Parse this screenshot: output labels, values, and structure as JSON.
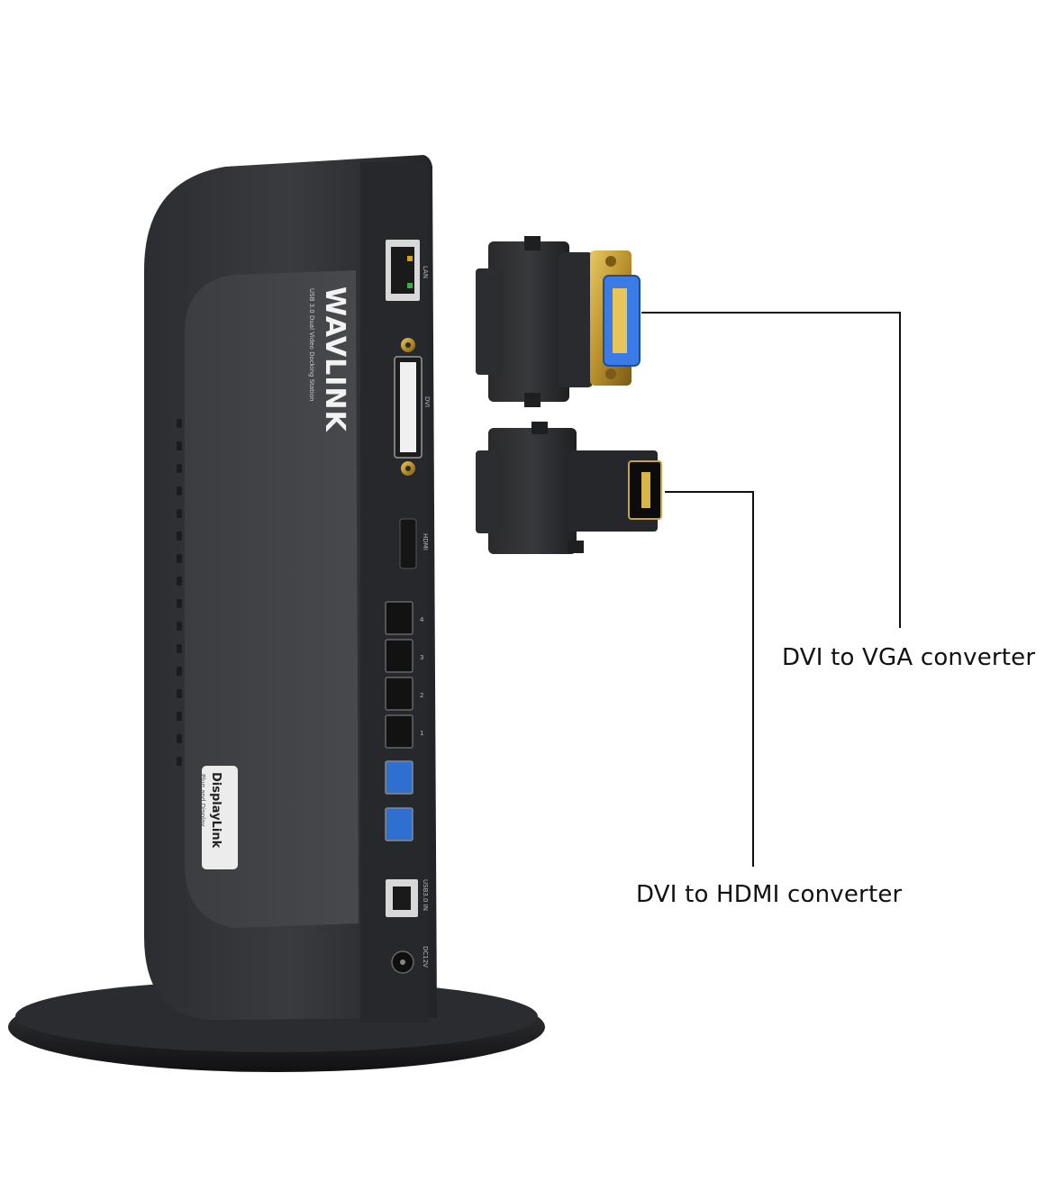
{
  "product": {
    "brand_logo_text": "WAVLINK",
    "model_subtitle": "USB 3.0 Dual Video Docking Station",
    "displaylink_badge": {
      "title": "DisplayLink",
      "subtitle": "Plug and Display"
    },
    "port_labels": {
      "lan": "LAN",
      "dvi": "DVI",
      "hdmi": "HDMI",
      "usb_numbers": [
        "4",
        "3",
        "2",
        "1"
      ],
      "usb3_in": "USB3.0 IN",
      "dc": "DC12V"
    }
  },
  "callouts": [
    {
      "id": "vga",
      "text": "DVI to VGA converter"
    },
    {
      "id": "hdmi",
      "text": "DVI to HDMI converter"
    }
  ],
  "colors": {
    "background": "#ffffff",
    "dock_body": "#2a2b2d",
    "dock_panel": "#3a3b3e",
    "usb3_blue": "#2f6fd0",
    "vga_blue": "#3a7be8",
    "gold": "#c9a33b",
    "callout_line": "#111111"
  }
}
